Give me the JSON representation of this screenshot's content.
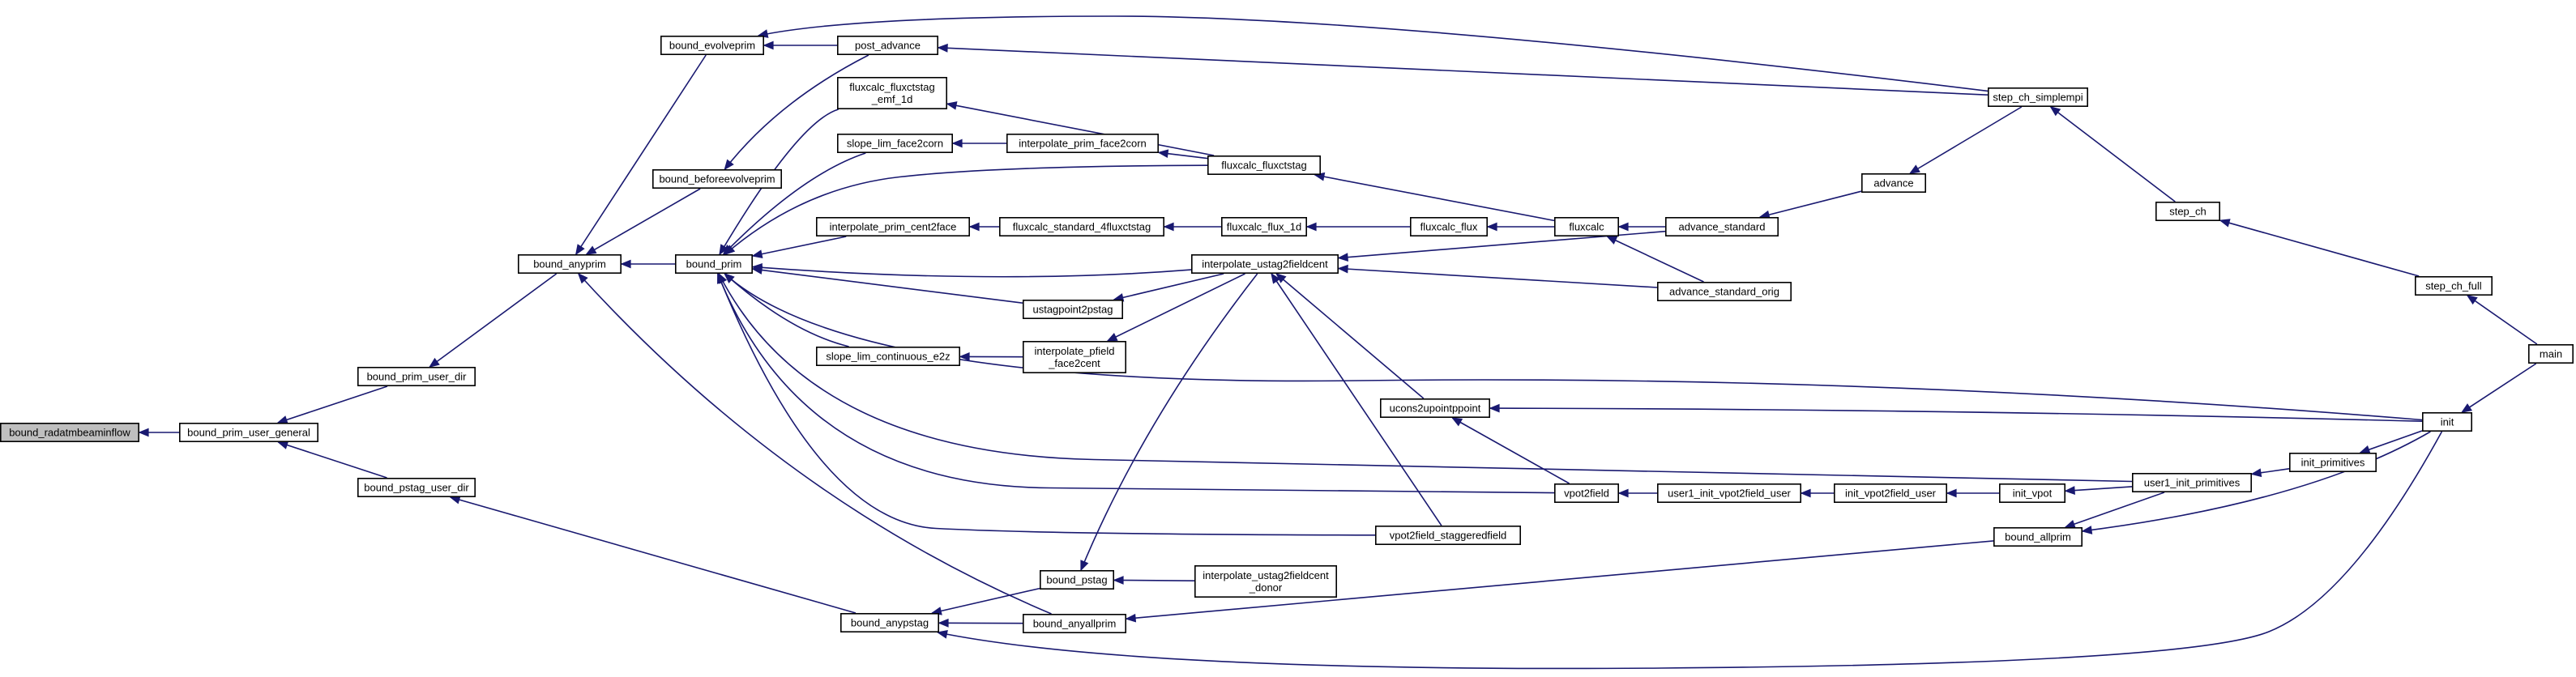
{
  "graph": {
    "nodes": [
      {
        "id": "bound_radatmbeaminflow",
        "lines": [
          "bound_radatmbeaminflow"
        ],
        "root": true
      },
      {
        "id": "bound_prim_user_general",
        "lines": [
          "bound_prim_user_general"
        ]
      },
      {
        "id": "bound_prim_user_dir",
        "lines": [
          "bound_prim_user_dir"
        ]
      },
      {
        "id": "bound_pstag_user_dir",
        "lines": [
          "bound_pstag_user_dir"
        ]
      },
      {
        "id": "bound_anyprim",
        "lines": [
          "bound_anyprim"
        ]
      },
      {
        "id": "bound_evolveprim",
        "lines": [
          "bound_evolveprim"
        ]
      },
      {
        "id": "bound_beforeevolveprim",
        "lines": [
          "bound_beforeevolveprim"
        ]
      },
      {
        "id": "bound_prim",
        "lines": [
          "bound_prim"
        ]
      },
      {
        "id": "bound_anypstag",
        "lines": [
          "bound_anypstag"
        ]
      },
      {
        "id": "post_advance",
        "lines": [
          "post_advance"
        ]
      },
      {
        "id": "fluxcalc_fluxctstag_emf_1d",
        "lines": [
          "fluxcalc_fluxctstag",
          "_emf_1d"
        ]
      },
      {
        "id": "slope_lim_face2corn",
        "lines": [
          "slope_lim_face2corn"
        ]
      },
      {
        "id": "interpolate_prim_cent2face",
        "lines": [
          "interpolate_prim_cent2face"
        ]
      },
      {
        "id": "slope_lim_continuous_e2z",
        "lines": [
          "slope_lim_continuous_e2z"
        ]
      },
      {
        "id": "ustagpoint2pstag",
        "lines": [
          "ustagpoint2pstag"
        ]
      },
      {
        "id": "interpolate_prim_face2corn",
        "lines": [
          "interpolate_prim_face2corn"
        ]
      },
      {
        "id": "fluxcalc_standard_4fluxctstag",
        "lines": [
          "fluxcalc_standard_4fluxctstag"
        ]
      },
      {
        "id": "interpolate_pfield_face2cent",
        "lines": [
          "interpolate_pfield",
          "_face2cent"
        ]
      },
      {
        "id": "bound_pstag",
        "lines": [
          "bound_pstag"
        ]
      },
      {
        "id": "bound_anyallprim",
        "lines": [
          "bound_anyallprim"
        ]
      },
      {
        "id": "fluxcalc_fluxctstag",
        "lines": [
          "fluxcalc_fluxctstag"
        ]
      },
      {
        "id": "fluxcalc_flux_1d",
        "lines": [
          "fluxcalc_flux_1d"
        ]
      },
      {
        "id": "interpolate_ustag2fieldcent",
        "lines": [
          "interpolate_ustag2fieldcent"
        ]
      },
      {
        "id": "interpolate_ustag2fieldcent_donor",
        "lines": [
          "interpolate_ustag2fieldcent",
          "_donor"
        ]
      },
      {
        "id": "ucons2upointppoint",
        "lines": [
          "ucons2upointppoint"
        ]
      },
      {
        "id": "vpot2field_staggeredfield",
        "lines": [
          "vpot2field_staggeredfield"
        ]
      },
      {
        "id": "fluxcalc_flux",
        "lines": [
          "fluxcalc_flux"
        ]
      },
      {
        "id": "fluxcalc",
        "lines": [
          "fluxcalc"
        ]
      },
      {
        "id": "vpot2field",
        "lines": [
          "vpot2field"
        ]
      },
      {
        "id": "advance_standard",
        "lines": [
          "advance_standard"
        ]
      },
      {
        "id": "advance_standard_orig",
        "lines": [
          "advance_standard_orig"
        ]
      },
      {
        "id": "user1_init_vpot2field_user",
        "lines": [
          "user1_init_vpot2field_user"
        ]
      },
      {
        "id": "init_vpot2field_user",
        "lines": [
          "init_vpot2field_user"
        ]
      },
      {
        "id": "advance",
        "lines": [
          "advance"
        ]
      },
      {
        "id": "init_vpot",
        "lines": [
          "init_vpot"
        ]
      },
      {
        "id": "bound_allprim",
        "lines": [
          "bound_allprim"
        ]
      },
      {
        "id": "step_ch_simplempi",
        "lines": [
          "step_ch_simplempi"
        ]
      },
      {
        "id": "step_ch",
        "lines": [
          "step_ch"
        ]
      },
      {
        "id": "user1_init_primitives",
        "lines": [
          "user1_init_primitives"
        ]
      },
      {
        "id": "init_primitives",
        "lines": [
          "init_primitives"
        ]
      },
      {
        "id": "init",
        "lines": [
          "init"
        ]
      },
      {
        "id": "step_ch_full",
        "lines": [
          "step_ch_full"
        ]
      },
      {
        "id": "main",
        "lines": [
          "main"
        ]
      }
    ],
    "edges": [
      [
        "bound_prim_user_general",
        "bound_radatmbeaminflow"
      ],
      [
        "bound_prim_user_dir",
        "bound_prim_user_general"
      ],
      [
        "bound_pstag_user_dir",
        "bound_prim_user_general"
      ],
      [
        "bound_anyprim",
        "bound_prim_user_dir"
      ],
      [
        "bound_anypstag",
        "bound_pstag_user_dir"
      ],
      [
        "bound_evolveprim",
        "bound_anyprim"
      ],
      [
        "bound_beforeevolveprim",
        "bound_anyprim"
      ],
      [
        "bound_prim",
        "bound_anyprim"
      ],
      [
        "bound_anyallprim",
        "bound_anyprim"
      ],
      [
        "post_advance",
        "bound_evolveprim"
      ],
      [
        "step_ch_simplempi",
        "bound_evolveprim"
      ],
      [
        "post_advance",
        "bound_beforeevolveprim"
      ],
      [
        "fluxcalc_fluxctstag_emf_1d",
        "bound_prim"
      ],
      [
        "slope_lim_face2corn",
        "bound_prim"
      ],
      [
        "fluxcalc_fluxctstag",
        "bound_prim"
      ],
      [
        "interpolate_prim_cent2face",
        "bound_prim"
      ],
      [
        "interpolate_ustag2fieldcent",
        "bound_prim"
      ],
      [
        "ustagpoint2pstag",
        "bound_prim"
      ],
      [
        "slope_lim_continuous_e2z",
        "bound_prim"
      ],
      [
        "init",
        "bound_prim"
      ],
      [
        "user1_init_primitives",
        "bound_prim"
      ],
      [
        "vpot2field",
        "bound_prim"
      ],
      [
        "vpot2field_staggeredfield",
        "bound_prim"
      ],
      [
        "bound_pstag",
        "bound_anypstag"
      ],
      [
        "bound_anyallprim",
        "bound_anypstag"
      ],
      [
        "init",
        "bound_anypstag"
      ],
      [
        "step_ch_simplempi",
        "post_advance"
      ],
      [
        "fluxcalc_fluxctstag",
        "fluxcalc_fluxctstag_emf_1d"
      ],
      [
        "interpolate_prim_face2corn",
        "slope_lim_face2corn"
      ],
      [
        "fluxcalc_standard_4fluxctstag",
        "interpolate_prim_cent2face"
      ],
      [
        "interpolate_pfield_face2cent",
        "slope_lim_continuous_e2z"
      ],
      [
        "interpolate_ustag2fieldcent",
        "ustagpoint2pstag"
      ],
      [
        "fluxcalc_fluxctstag",
        "interpolate_prim_face2corn"
      ],
      [
        "fluxcalc_flux_1d",
        "fluxcalc_standard_4fluxctstag"
      ],
      [
        "interpolate_ustag2fieldcent",
        "interpolate_pfield_face2cent"
      ],
      [
        "interpolate_ustag2fieldcent",
        "bound_pstag"
      ],
      [
        "interpolate_ustag2fieldcent_donor",
        "bound_pstag"
      ],
      [
        "bound_allprim",
        "bound_anyallprim"
      ],
      [
        "fluxcalc",
        "fluxcalc_fluxctstag"
      ],
      [
        "fluxcalc_flux",
        "fluxcalc_flux_1d"
      ],
      [
        "advance_standard",
        "interpolate_ustag2fieldcent"
      ],
      [
        "advance_standard_orig",
        "interpolate_ustag2fieldcent"
      ],
      [
        "ucons2upointppoint",
        "interpolate_ustag2fieldcent"
      ],
      [
        "vpot2field_staggeredfield",
        "interpolate_ustag2fieldcent"
      ],
      [
        "init",
        "ucons2upointppoint"
      ],
      [
        "vpot2field",
        "ucons2upointppoint"
      ],
      [
        "fluxcalc",
        "fluxcalc_flux"
      ],
      [
        "advance_standard",
        "fluxcalc"
      ],
      [
        "advance_standard_orig",
        "fluxcalc"
      ],
      [
        "user1_init_vpot2field_user",
        "vpot2field"
      ],
      [
        "advance",
        "advance_standard"
      ],
      [
        "init_vpot2field_user",
        "user1_init_vpot2field_user"
      ],
      [
        "init_vpot",
        "init_vpot2field_user"
      ],
      [
        "step_ch_simplempi",
        "advance"
      ],
      [
        "user1_init_primitives",
        "init_vpot"
      ],
      [
        "user1_init_primitives",
        "bound_allprim"
      ],
      [
        "init",
        "bound_allprim"
      ],
      [
        "step_ch",
        "step_ch_simplempi"
      ],
      [
        "init_primitives",
        "user1_init_primitives"
      ],
      [
        "init",
        "init_primitives"
      ],
      [
        "step_ch_full",
        "step_ch"
      ],
      [
        "main",
        "step_ch_full"
      ],
      [
        "main",
        "init"
      ]
    ]
  }
}
